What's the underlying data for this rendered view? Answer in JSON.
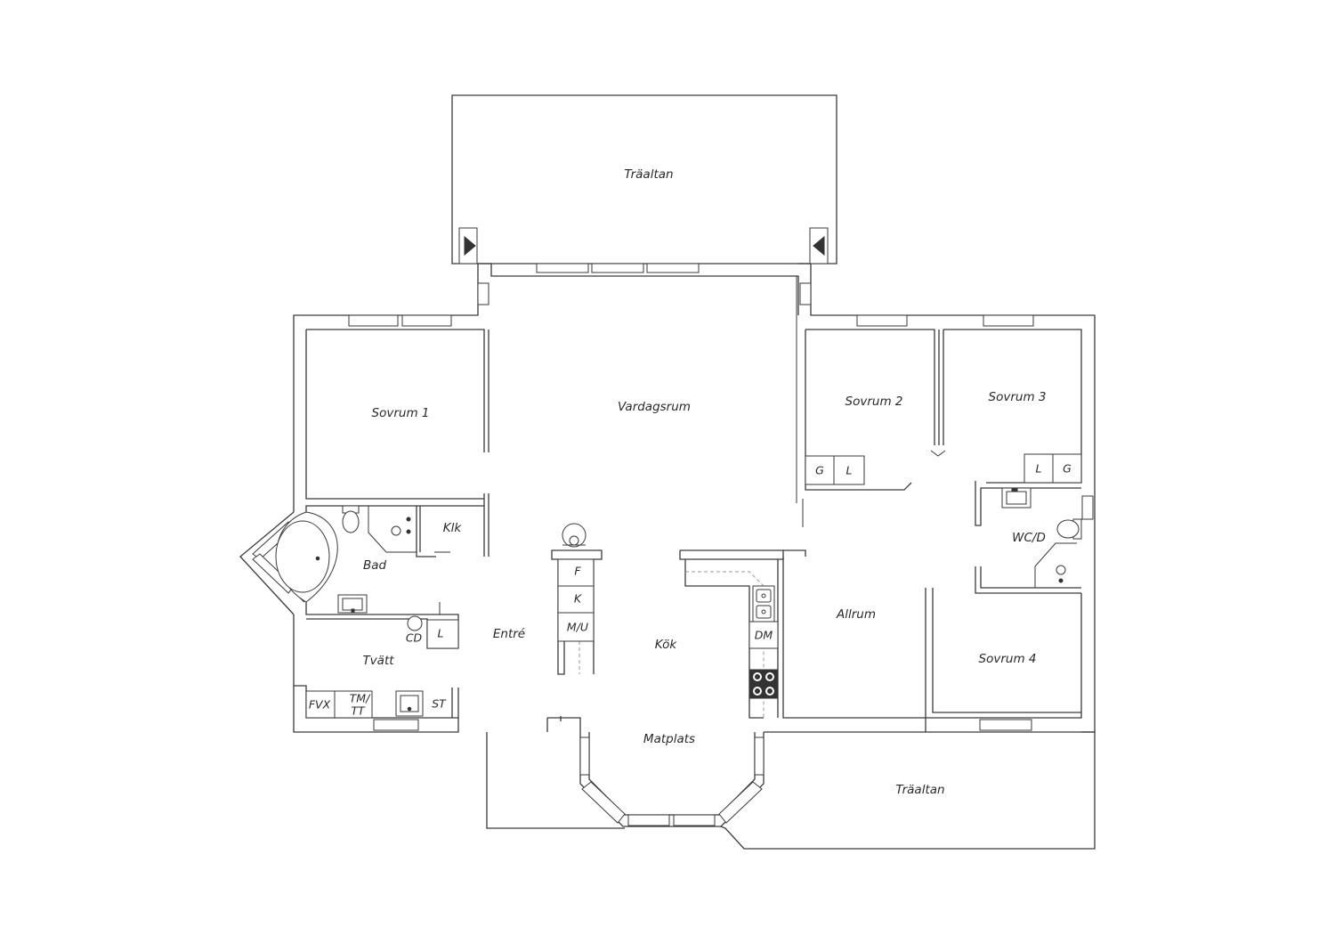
{
  "rooms": {
    "deck_top": "Träaltan",
    "living": "Vardagsrum",
    "bedroom1": "Sovrum 1",
    "bedroom2": "Sovrum 2",
    "bedroom3": "Sovrum 3",
    "bedroom4": "Sovrum 4",
    "bathroom": "Bad",
    "closet": "Klk",
    "entrance": "Entré",
    "laundry": "Tvätt",
    "kitchen": "Kök",
    "dining": "Matplats",
    "family_room": "Allrum",
    "wc_shower": "WC/D",
    "deck_bottom": "Träaltan"
  },
  "fixtures": {
    "bedroom2_wardrobe": "G",
    "bedroom2_linen": "L",
    "bedroom3_linen": "L",
    "bedroom3_wardrobe": "G",
    "fridge": "F",
    "freezer": "K",
    "oven": "M/U",
    "dishwasher": "DM",
    "dryer_cabinet": "CD",
    "laundry_linen": "L",
    "freezer_chest": "FVX",
    "washer_dryer_line1": "TM/",
    "washer_dryer_line2": "TT",
    "storage": "ST"
  },
  "colors": {
    "line": "#3a3a3a",
    "background": "#ffffff"
  }
}
